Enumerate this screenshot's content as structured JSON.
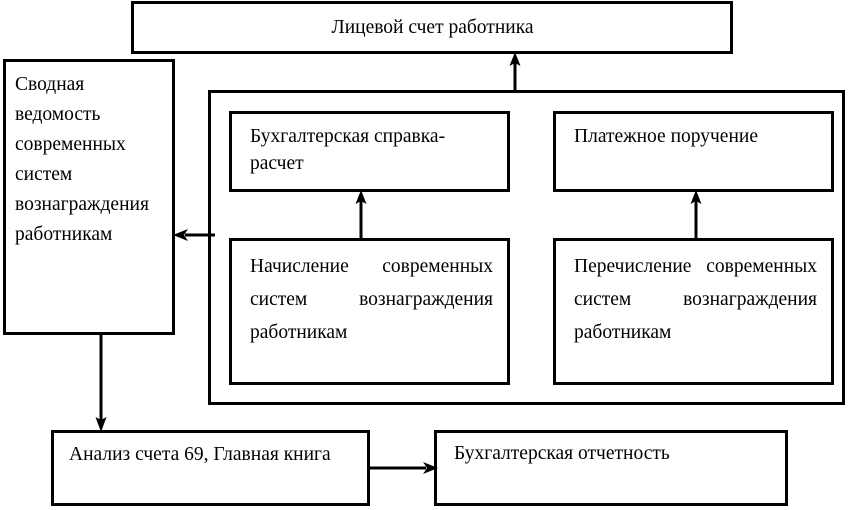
{
  "diagram": {
    "title_box": {
      "label": "Лицевой счет работника"
    },
    "summary_box": {
      "label": "Сводная ведомость современных систем вознаграждения работникам"
    },
    "group": {
      "boxes": {
        "accounting_statement": {
          "label": "Бухгалтерская справка-расчет"
        },
        "payment_order": {
          "label": "Платежное поручение"
        },
        "accrual": {
          "label": "Начисление современных систем вознаграждения работникам"
        },
        "transfer": {
          "label": "Перечисление современных систем вознаграждения работникам"
        }
      }
    },
    "bottom": {
      "account_analysis": {
        "label": "Анализ счета 69, Главная книга"
      },
      "financial_statements": {
        "label": "Бухгалтерская отчетность"
      }
    },
    "arrows": [
      {
        "name": "accrual-to-statement",
        "direction": "up"
      },
      {
        "name": "transfer-to-payment-order",
        "direction": "up"
      },
      {
        "name": "group-to-personal-account",
        "direction": "up"
      },
      {
        "name": "group-to-summary",
        "direction": "left"
      },
      {
        "name": "summary-to-account-analysis",
        "direction": "down"
      },
      {
        "name": "account-analysis-to-financial-statements",
        "direction": "right"
      }
    ],
    "colors": {
      "stroke": "#000000",
      "background": "#ffffff"
    }
  }
}
